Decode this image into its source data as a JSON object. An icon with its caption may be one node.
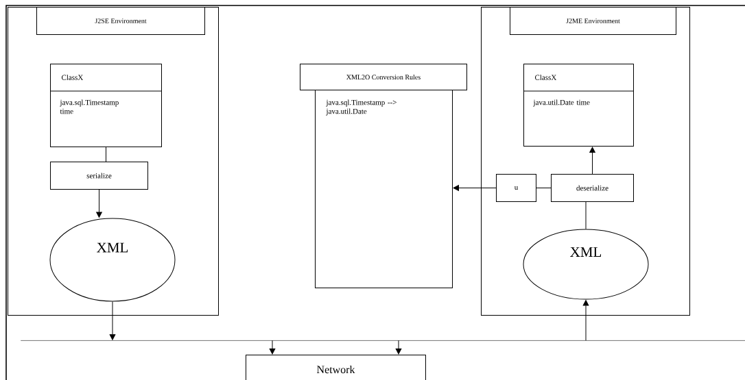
{
  "diagram": {
    "nodes": [
      {
        "text": [
          "J2SE Environment"
        ]
      },
      {
        "text": [
          "ClassX",
          "java.sql.Timestamp time"
        ],
        "in": 0
      },
      {
        "text": [
          "serialize"
        ],
        "in": 0
      },
      {
        "text": [
          "XML"
        ],
        "in": 0
      },
      {
        "text": [
          "XML2O Conversion Rules"
        ]
      },
      {
        "text": [
          "java.sql.Timestamp --> java.util.Date"
        ]
      },
      {
        "text": [
          "J2ME Environment"
        ]
      },
      {
        "text": [
          "ClassX",
          "java.util.Date time"
        ],
        "in": 6
      },
      {
        "text": [
          "u"
        ],
        "in": 6
      },
      {
        "text": [
          "deserialize"
        ],
        "in": 6
      },
      {
        "text": [
          "XML"
        ],
        "in": 6
      },
      {
        "text": [
          "Network"
        ]
      },
      {
        "text": [],
        "shape": "bar"
      }
    ],
    "edges": [
      {
        "from": 1,
        "to": 2,
        "arrow": "none"
      },
      {
        "from": 2,
        "to": 3,
        "arrow": "to"
      },
      {
        "from": 3,
        "to": 12,
        "arrow": "to"
      },
      {
        "from": 12,
        "to": 11,
        "arrow": "to"
      },
      {
        "from": 12,
        "to": 11,
        "arrow": "to"
      },
      {
        "from": 12,
        "to": 10,
        "arrow": "to"
      },
      {
        "from": 10,
        "to": 9,
        "arrow": "none"
      },
      {
        "from": 9,
        "to": 7,
        "arrow": "to"
      },
      {
        "from": 9,
        "to": 8,
        "arrow": "none"
      },
      {
        "from": 8,
        "to": 5,
        "arrow": "to"
      }
    ]
  }
}
